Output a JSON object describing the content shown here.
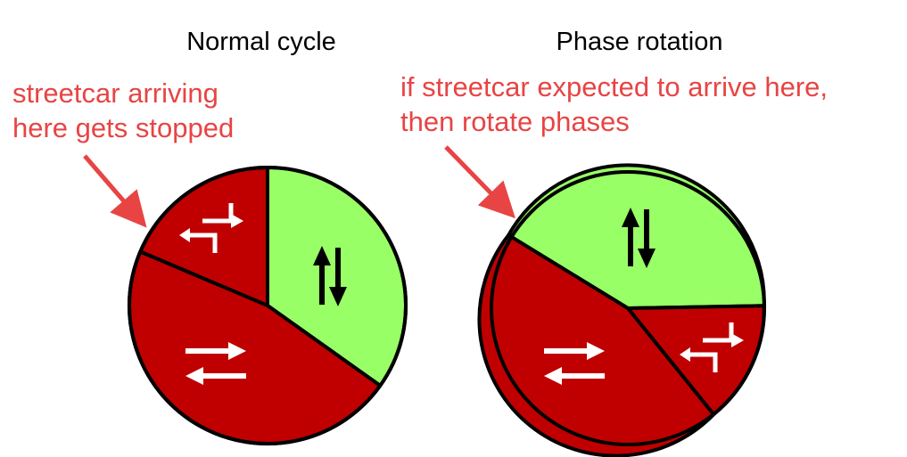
{
  "colors": {
    "stop_red": "#C00000",
    "go_green": "#99FF66",
    "annotation_red": "#E84444",
    "outline": "#000000",
    "arrow_white": "#FFFFFF",
    "arrow_black": "#000000"
  },
  "diagrams": [
    {
      "title": "Normal cycle",
      "note_lines": [
        "streetcar arriving",
        "here gets stopped"
      ],
      "segments": [
        {
          "phase": "left-turn",
          "color": "stop_red",
          "icon": "left-turn-arrows-icon"
        },
        {
          "phase": "north-south-through",
          "color": "go_green",
          "icon": "north-south-arrows-icon"
        },
        {
          "phase": "east-west-through",
          "color": "stop_red",
          "icon": "east-west-arrows-icon"
        }
      ]
    },
    {
      "title": "Phase rotation",
      "note_lines": [
        "if streetcar expected to arrive here,",
        "then rotate phases"
      ],
      "segments": [
        {
          "phase": "north-south-through",
          "color": "go_green",
          "icon": "north-south-arrows-icon"
        },
        {
          "phase": "left-turn",
          "color": "stop_red",
          "icon": "left-turn-arrows-icon"
        },
        {
          "phase": "east-west-through",
          "color": "stop_red",
          "icon": "east-west-arrows-icon"
        }
      ]
    }
  ]
}
